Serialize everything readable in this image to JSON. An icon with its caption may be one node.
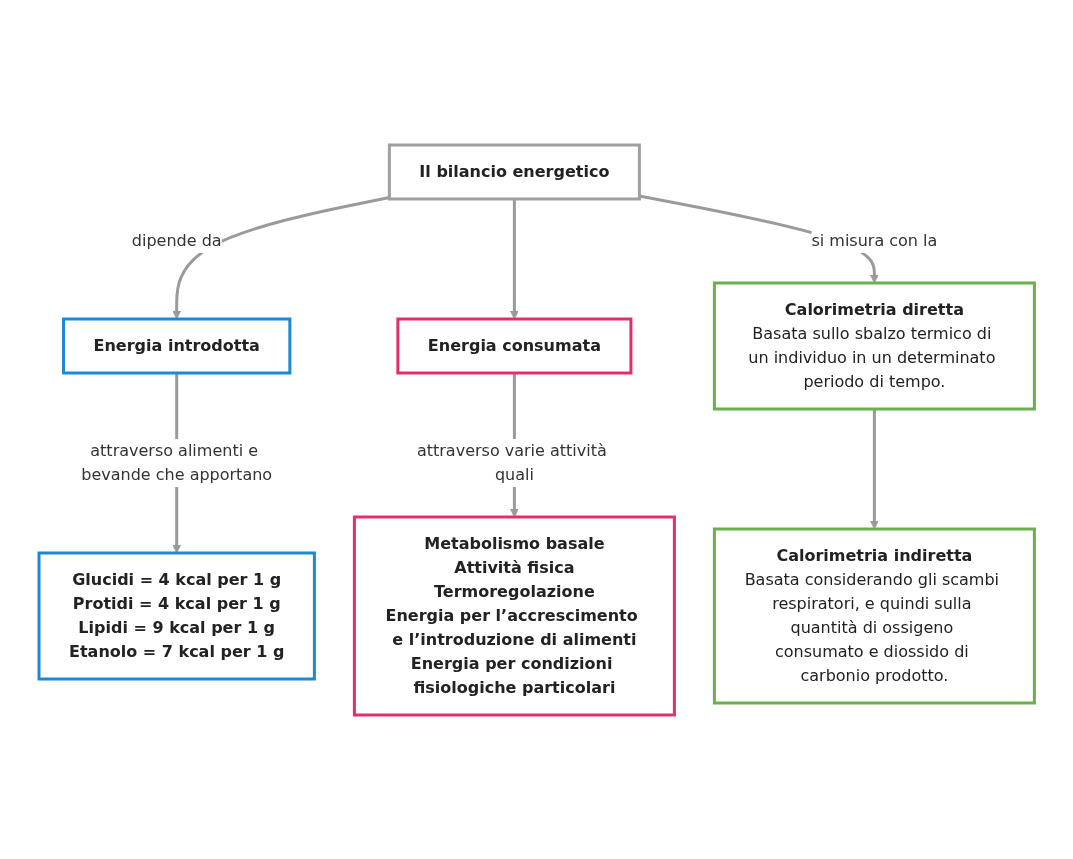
{
  "diagram": {
    "nodes": [
      {
        "text": [
          "Il bilancio energetico"
        ]
      },
      {
        "text": [
          "Energia introdotta"
        ]
      },
      {
        "text": [
          "Energia consumata"
        ]
      },
      {
        "text": [
          "Calorimetria diretta",
          "Basata sullo sbalzo termico di un individuo in un determinato periodo di tempo."
        ]
      },
      {
        "text": [
          "Glucidi = 4 kcal per 1 g",
          "Protidi = 4 kcal per 1 g",
          "Lipidi = 9 kcal per 1 g",
          "Etanolo = 7 kcal per 1 g"
        ]
      },
      {
        "text": [
          "Metabolismo basale",
          "Attività fisica",
          "Termoregolazione",
          "Energia per l’accrescimento e l’introduzione di alimenti",
          "Energia per condizioni fisiologiche particolari"
        ]
      },
      {
        "text": [
          "Calorimetria indiretta",
          "Basata considerando gli scambi respiratori, e quindi sulla quantità di ossigeno consumato e diossido di carbonio prodotto."
        ]
      }
    ],
    "edges": [
      {
        "from": 0,
        "to": 1,
        "arrow": "to",
        "label": "dipende da"
      },
      {
        "from": 0,
        "to": 2,
        "arrow": "to"
      },
      {
        "from": 0,
        "to": 3,
        "arrow": "to",
        "label": "si misura con la"
      },
      {
        "from": 1,
        "to": 4,
        "arrow": "to",
        "label": "attraverso alimenti e bevande che apportano"
      },
      {
        "from": 2,
        "to": 5,
        "arrow": "to",
        "label": "attraverso varie attività quali"
      },
      {
        "from": 3,
        "to": 6,
        "arrow": "to"
      }
    ]
  }
}
